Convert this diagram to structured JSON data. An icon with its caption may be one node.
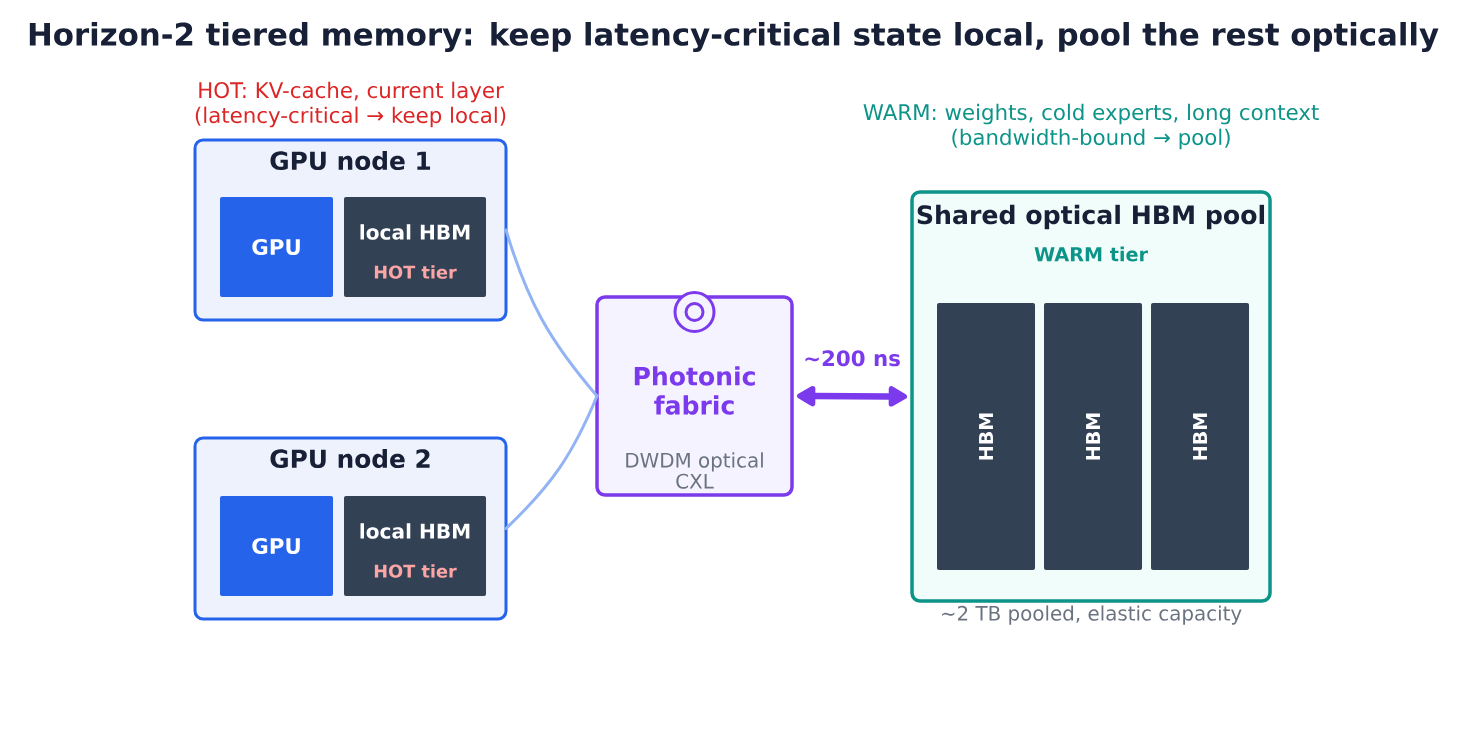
{
  "diagram": {
    "title": "Horizon-2 tiered memory: keep latency-critical state local, pool the rest optically",
    "nodes": [
      {
        "text": [
          "GPU node 1"
        ],
        "beside": [
          "HOT: KV-cache, current layer (latency-critical → keep local)"
        ]
      },
      {
        "text": [
          "GPU"
        ],
        "in": 0
      },
      {
        "text": [
          "local HBM",
          "HOT tier"
        ],
        "in": 0
      },
      {
        "text": [
          "GPU node 2"
        ]
      },
      {
        "text": [
          "GPU"
        ],
        "in": 3
      },
      {
        "text": [
          "local HBM",
          "HOT tier"
        ],
        "in": 3
      },
      {
        "text": [
          "Photonic fabric",
          "DWDM optical CXL"
        ]
      },
      {
        "text": [
          "Shared optical HBM pool",
          "WARM tier"
        ],
        "beside": [
          "WARM: weights, cold experts, long context (bandwidth-bound → pool)",
          "~2 TB pooled, elastic capacity"
        ]
      },
      {
        "text": [
          "HBM"
        ],
        "in": 7
      },
      {
        "text": [
          "HBM"
        ],
        "in": 7
      },
      {
        "text": [
          "HBM"
        ],
        "in": 7
      }
    ],
    "edges": [
      {
        "from": 0,
        "to": 6,
        "arrow": "none"
      },
      {
        "from": 3,
        "to": 6,
        "arrow": "none"
      },
      {
        "from": 6,
        "to": 7,
        "arrow": "both",
        "label": "~200 ns",
        "style": "thick",
        "color": "#7c3aed"
      }
    ]
  }
}
